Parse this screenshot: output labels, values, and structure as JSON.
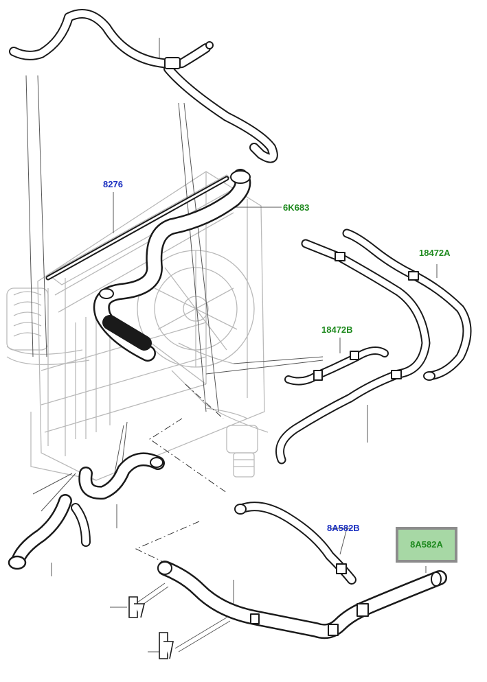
{
  "callouts": {
    "radiator": "8276",
    "upper_hose": "6K683",
    "heater_hose_a": "18472A",
    "heater_hose_b": "18472B",
    "lower_hose_b": "8A582B",
    "lower_hose_a": "8A582A"
  },
  "colors": {
    "blue_label": "#1a2fc0",
    "green_label": "#1f8a1f",
    "highlight_fill": "#a7d8a5",
    "highlight_border": "#8c8c8c"
  }
}
